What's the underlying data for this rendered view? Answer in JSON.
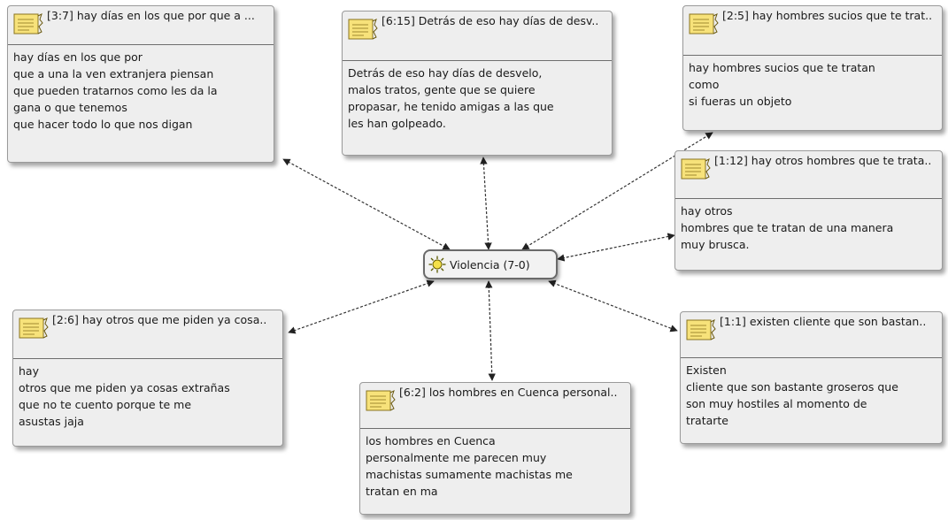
{
  "center": {
    "label": "Violencia (7-0)",
    "icon": "sun-icon"
  },
  "quotes": [
    {
      "id": "q-3-7",
      "title": "[3:7] hay días en los que por que a ...",
      "body": "hay días en los que por\nque a una la ven extranjera piensan\nque pueden tratarnos como les da la\ngana o que tenemos\nque hacer todo lo que nos digan"
    },
    {
      "id": "q-6-15",
      "title": "[6:15] Detrás de eso hay días de desv..",
      "body": "Detrás de eso hay días de desvelo,\nmalos tratos, gente que se quiere\npropasar, he tenido amigas a las que\nles han golpeado."
    },
    {
      "id": "q-2-5",
      "title": "[2:5] hay hombres sucios que te trat..",
      "body": "hay hombres sucios que te tratan\ncomo\nsi fueras un objeto"
    },
    {
      "id": "q-1-12",
      "title": "[1:12] hay otros hombres que te trata..",
      "body": "hay otros\nhombres que te tratan de una manera\nmuy brusca."
    },
    {
      "id": "q-2-6",
      "title": "[2:6] hay otros que me piden ya cosa..",
      "body": "hay\notros que me piden ya cosas extrañas\nque no te cuento porque te me\nasustas jaja"
    },
    {
      "id": "q-6-2",
      "title": "[6:2] los hombres en Cuenca personal..",
      "body": "los hombres en Cuenca\npersonalmente me parecen muy\nmachistas sumamente machistas me\ntratan en ma"
    },
    {
      "id": "q-1-1",
      "title": "[1:1] existen cliente que son bastan..",
      "body": "Existen\ncliente que son bastante groseros que\nson muy hostiles al momento de\ntratarte"
    }
  ]
}
